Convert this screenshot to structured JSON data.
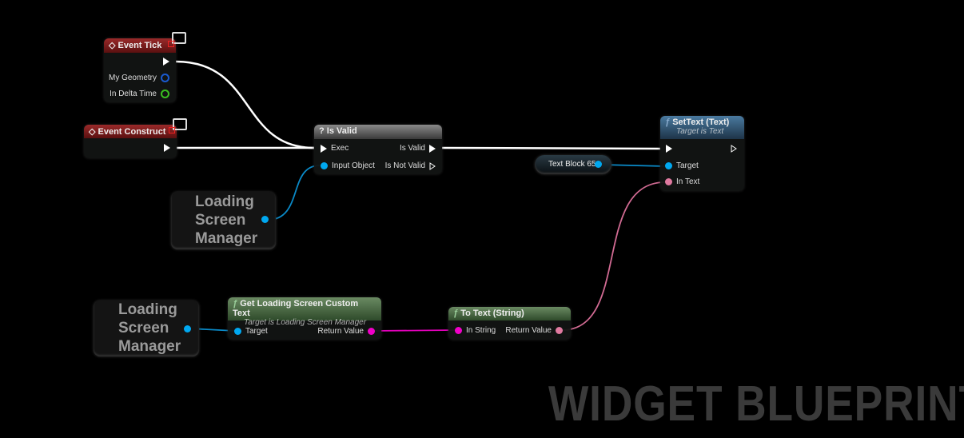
{
  "nodes": {
    "event_tick": {
      "title": "Event Tick",
      "pins": [
        "My Geometry",
        "In Delta Time"
      ]
    },
    "event_construct": {
      "title": "Event Construct"
    },
    "is_valid": {
      "icon": "?",
      "title": "Is Valid",
      "exec": "Exec",
      "input": "Input Object",
      "out_valid": "Is Valid",
      "out_not_valid": "Is Not Valid"
    },
    "set_text": {
      "icon": "ƒ",
      "title": "SetText (Text)",
      "subtitle": "Target is Text",
      "target": "Target",
      "in_text": "In Text"
    },
    "text_block": {
      "label": "Text Block 65"
    },
    "lsm_var_1": {
      "label": "Loading Screen Manager"
    },
    "lsm_var_2": {
      "label": "Loading Screen Manager"
    },
    "get_custom_text": {
      "icon": "ƒ",
      "title": "Get Loading Screen Custom Text",
      "subtitle": "Target is Loading Screen Manager",
      "target": "Target",
      "return": "Return Value"
    },
    "to_text": {
      "icon": "ƒ",
      "title": "To Text (String)",
      "in": "In String",
      "return": "Return Value"
    }
  },
  "watermark": "WIDGET BLUEPRINT",
  "colors": {
    "exec": "#ffffff",
    "object": "#00a8f0",
    "text": "#e07aa0",
    "string": "#f000c8",
    "event": "#8a1a1a",
    "function": "#4a6a48",
    "settext": "#3a5a78"
  }
}
